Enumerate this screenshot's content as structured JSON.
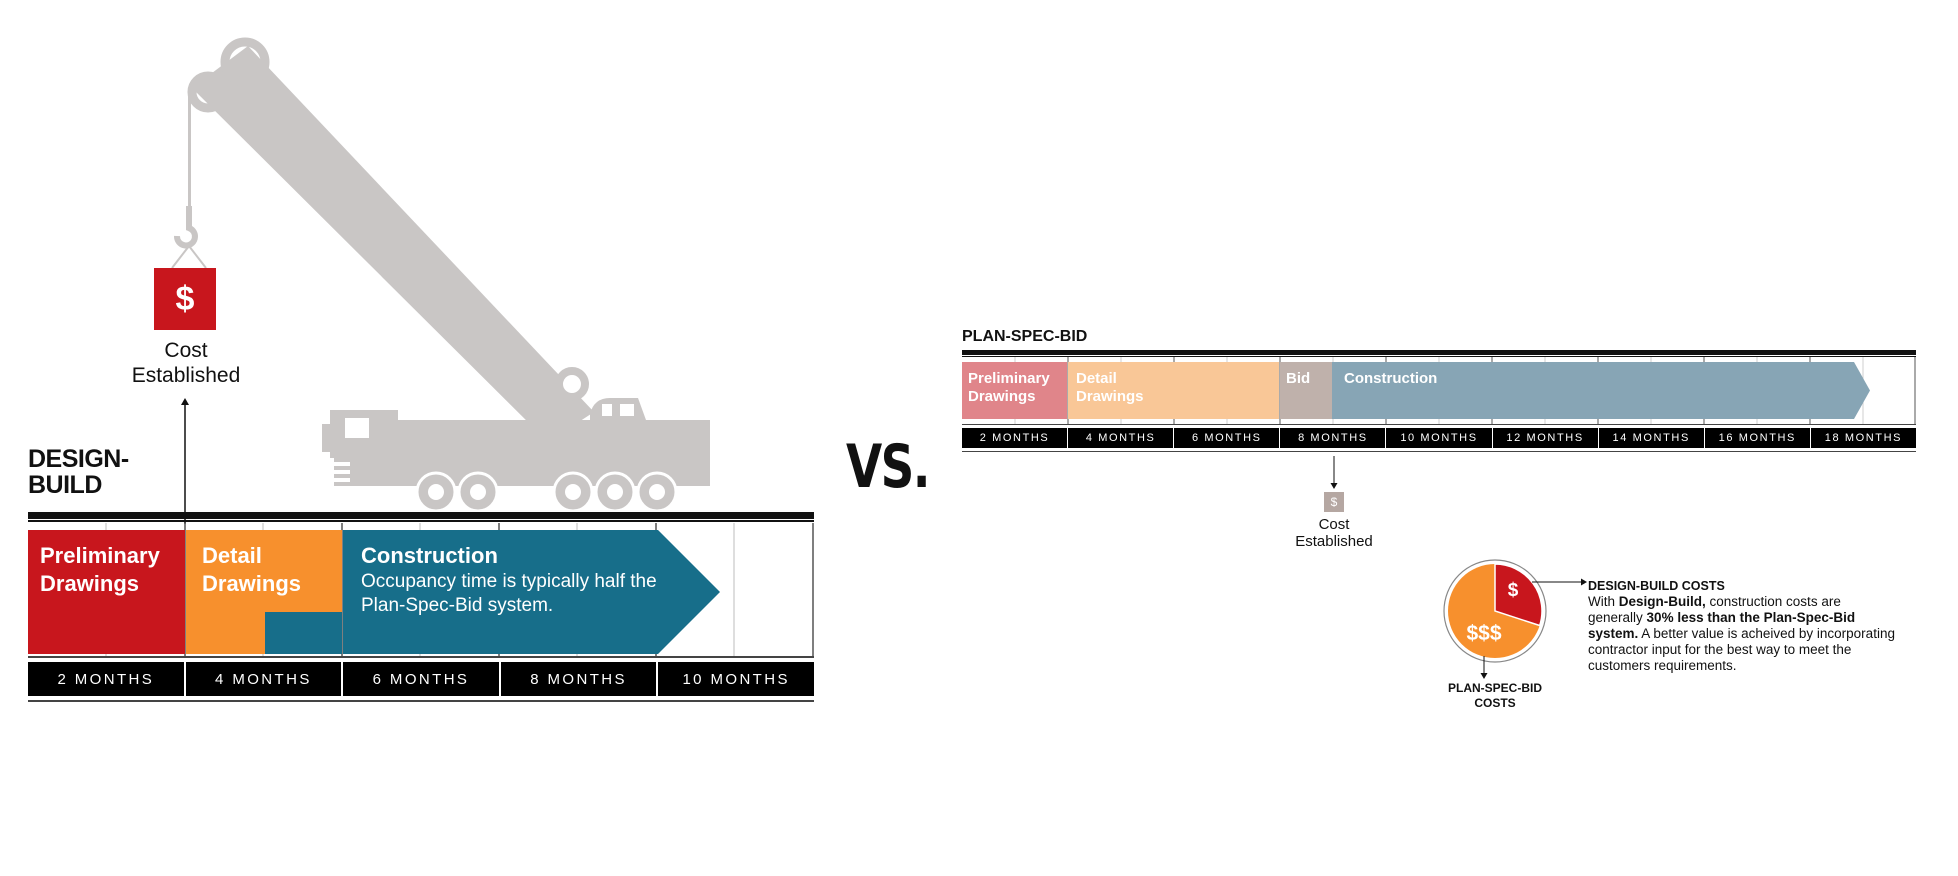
{
  "design_build": {
    "title": "DESIGN-\nBUILD",
    "cost_marker": {
      "symbol": "$",
      "label": "Cost Established",
      "color": "#c8161d"
    },
    "phases": [
      {
        "name": "Preliminary Drawings",
        "color": "#c8161d"
      },
      {
        "name": "Detail Drawings",
        "color": "#f7902d"
      },
      {
        "name": "Construction",
        "description": "Occupancy time is typically half the Plan-Spec-Bid system.",
        "color": "#176e8a"
      }
    ],
    "months": [
      "2 MONTHS",
      "4 MONTHS",
      "6 MONTHS",
      "8 MONTHS",
      "10 MONTHS"
    ]
  },
  "vs_label": "VS.",
  "plan_spec_bid": {
    "title": "PLAN-SPEC-BID",
    "phases": [
      {
        "name": "Preliminary Drawings",
        "color": "#e0858a"
      },
      {
        "name": "Detail Drawings",
        "color": "#f9c797"
      },
      {
        "name": "Bid",
        "color": "#bfb1ab"
      },
      {
        "name": "Construction",
        "color": "#87a5b5"
      }
    ],
    "months": [
      "2 MONTHS",
      "4 MONTHS",
      "6 MONTHS",
      "8 MONTHS",
      "10 MONTHS",
      "12 MONTHS",
      "14 MONTHS",
      "16 MONTHS",
      "18 MONTHS"
    ],
    "cost_marker": {
      "symbol": "$",
      "label": "Cost Established",
      "color": "#b5a7a2"
    }
  },
  "cost_comparison": {
    "design_build_symbol": "$",
    "plan_spec_bid_symbol": "$$$",
    "plan_spec_bid_label": "PLAN-SPEC-BID COSTS",
    "design_build_heading": "DESIGN-BUILD COSTS",
    "text_parts": [
      {
        "text": "With ",
        "bold": false
      },
      {
        "text": "Design-Build,",
        "bold": true
      },
      {
        "text": " construction costs are generally ",
        "bold": false
      },
      {
        "text": "30% less than the Plan-Spec-Bid system.",
        "bold": true
      },
      {
        "text": " A better value is acheived by incorporating contractor input for the best way to meet the customers requirements.",
        "bold": false
      }
    ],
    "design_build_share_percent": 30,
    "colors": {
      "design_build": "#c8161d",
      "plan_spec_bid": "#f7902d"
    }
  }
}
